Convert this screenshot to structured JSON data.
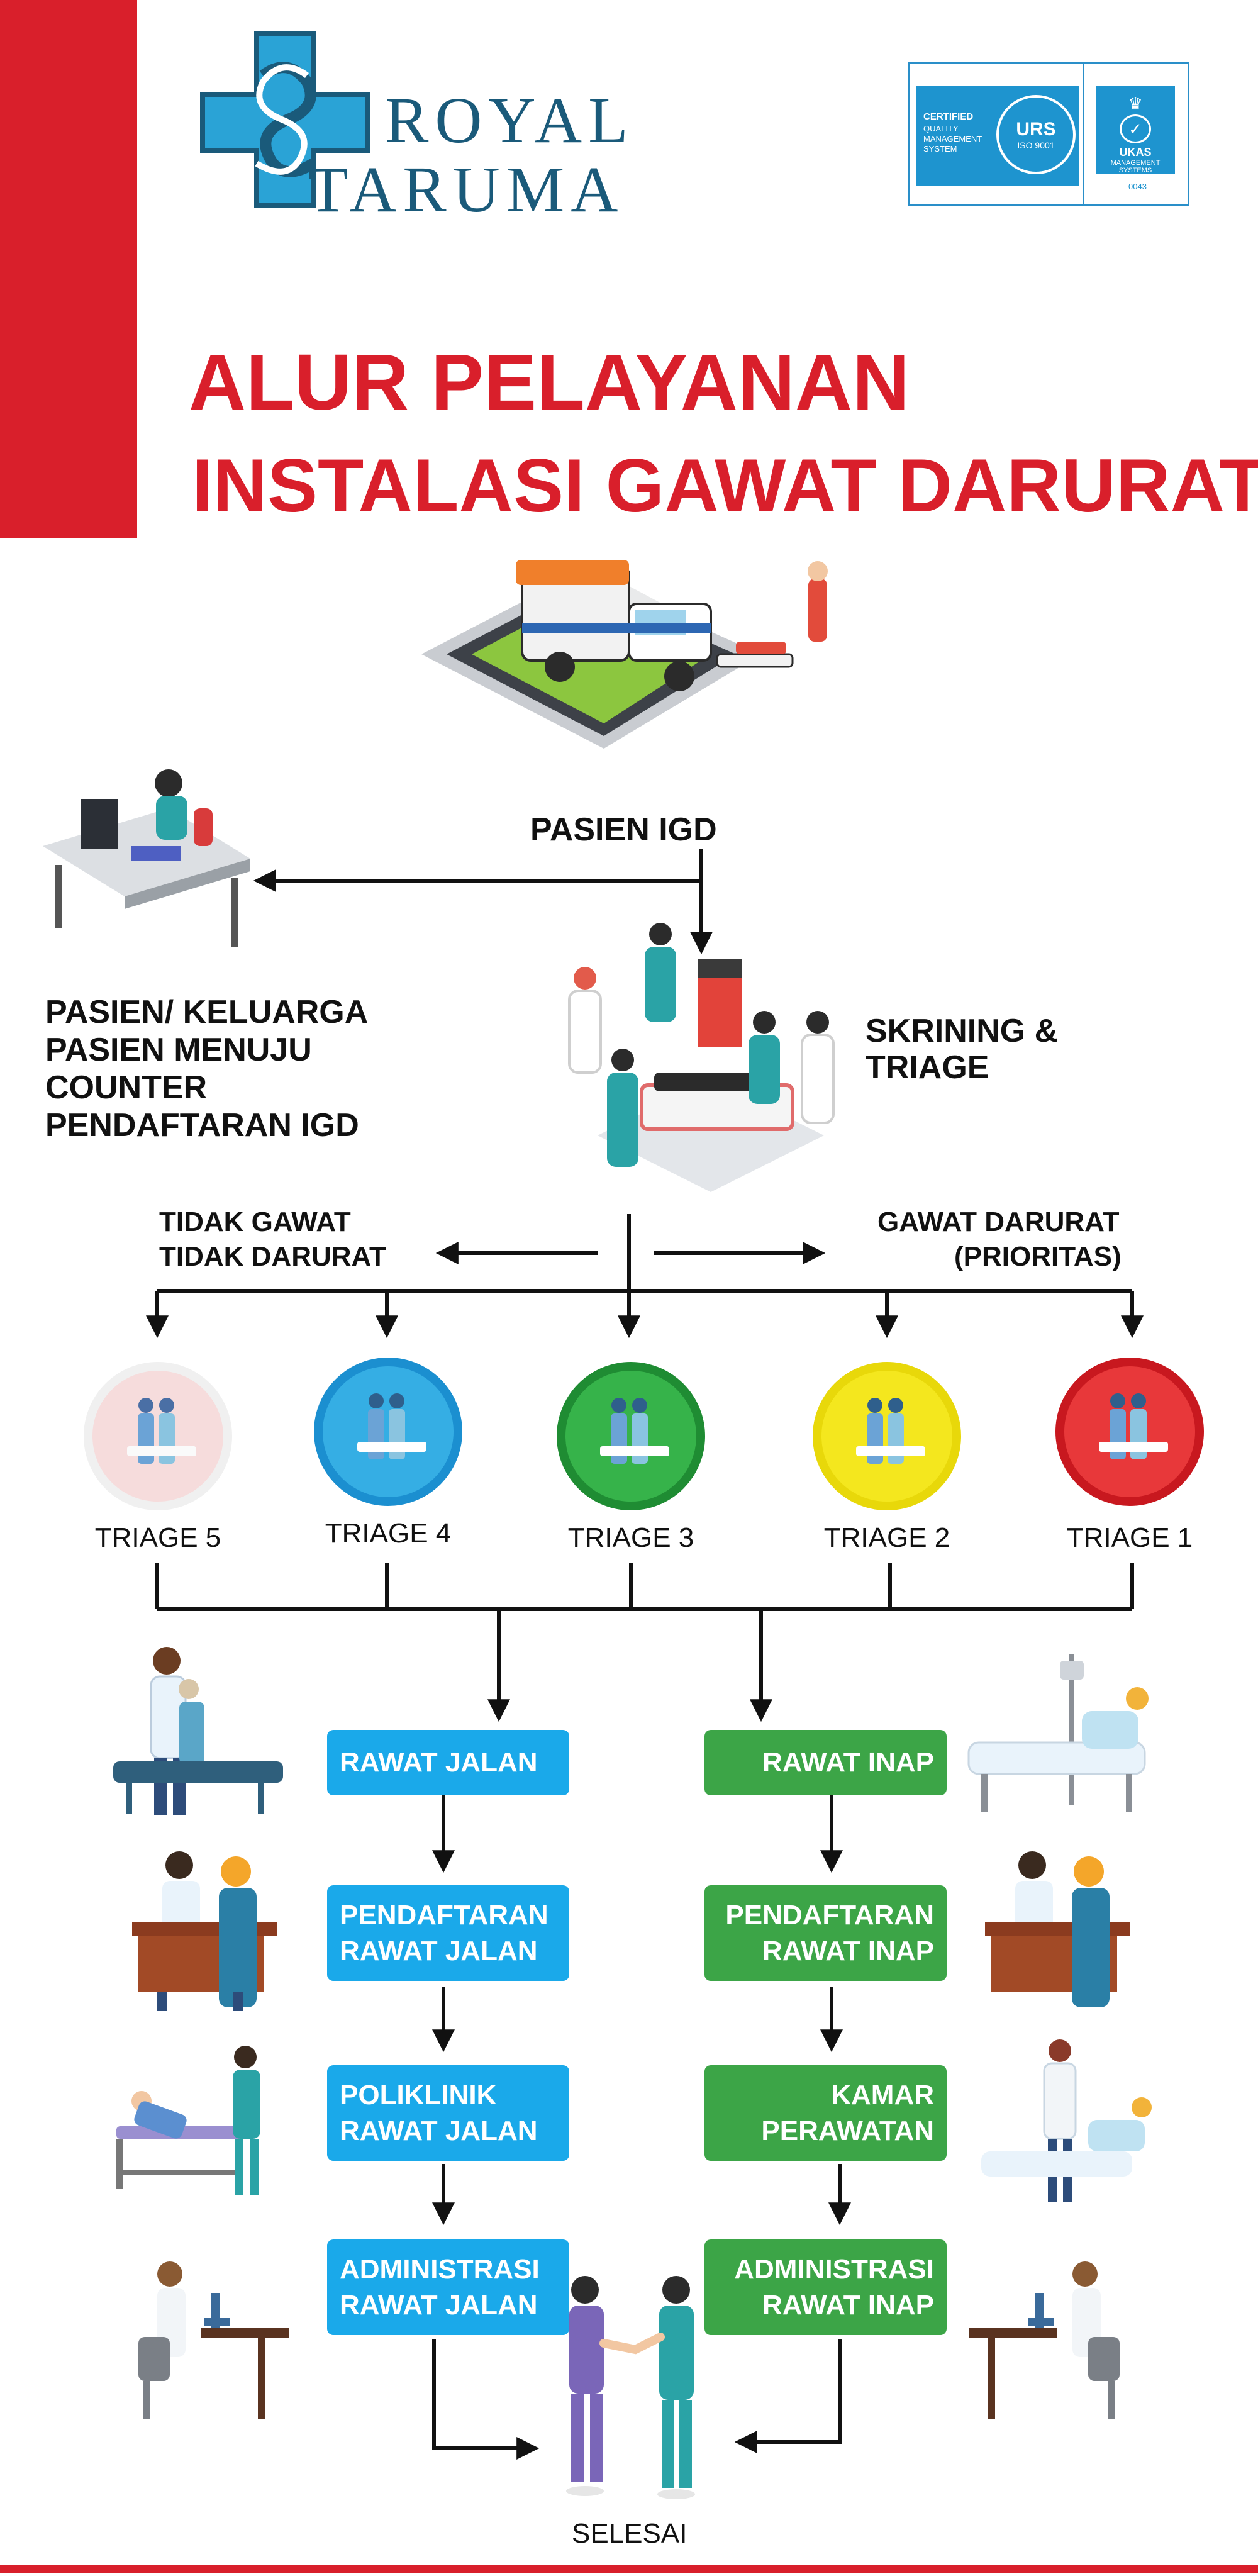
{
  "brand": {
    "name_line1": "ROYAL",
    "name_line2": "TARUMA",
    "cert_line1": "CERTIFIED",
    "cert_line2": "QUALITY",
    "cert_line3": "MANAGEMENT",
    "cert_line4": "SYSTEM",
    "cert_seal": "URS",
    "cert_iso": "ISO 9001",
    "ukas_title": "UKAS",
    "ukas_sub1": "MANAGEMENT",
    "ukas_sub2": "SYSTEMS",
    "ukas_code": "0043"
  },
  "title": {
    "line1": "ALUR PELAYANAN",
    "line2": "INSTALASI GAWAT DARURAT"
  },
  "flow": {
    "pasien_igd": "PASIEN IGD",
    "counter": [
      "PASIEN/ KELUARGA",
      "PASIEN MENUJU",
      "COUNTER",
      "PENDAFTARAN IGD"
    ],
    "skrining": [
      "SKRINING &",
      "TRIAGE"
    ],
    "tidak_gawat": [
      "TIDAK GAWAT",
      "TIDAK DARURAT"
    ],
    "gawat": [
      "GAWAT DARURAT",
      "(PRIORITAS)"
    ],
    "selesai": "SELESAI"
  },
  "triage": [
    {
      "label": "TRIAGE 5",
      "color": "#f6dcdc",
      "ring": "#f0f0f0"
    },
    {
      "label": "TRIAGE 4",
      "color": "#35aee4",
      "ring": "#1b8fd0"
    },
    {
      "label": "TRIAGE 3",
      "color": "#36b34a",
      "ring": "#1f8c33"
    },
    {
      "label": "TRIAGE 2",
      "color": "#f4e71e",
      "ring": "#e8d80a"
    },
    {
      "label": "TRIAGE 1",
      "color": "#e8383a",
      "ring": "#c8181f"
    }
  ],
  "rawat_jalan": [
    [
      "RAWAT JALAN"
    ],
    [
      "PENDAFTARAN",
      "RAWAT JALAN"
    ],
    [
      "POLIKLINIK",
      "RAWAT JALAN"
    ],
    [
      "ADMINISTRASI",
      "RAWAT JALAN"
    ]
  ],
  "rawat_inap": [
    [
      "RAWAT INAP"
    ],
    [
      "PENDAFTARAN",
      "RAWAT INAP"
    ],
    [
      "KAMAR",
      "PERAWATAN"
    ],
    [
      "ADMINISTRASI",
      "RAWAT INAP"
    ]
  ],
  "colors": {
    "brand_red": "#d91f2b",
    "brand_teal": "#1a5a7a",
    "box_blue": "#1aa9ea",
    "box_green": "#3ca547"
  }
}
